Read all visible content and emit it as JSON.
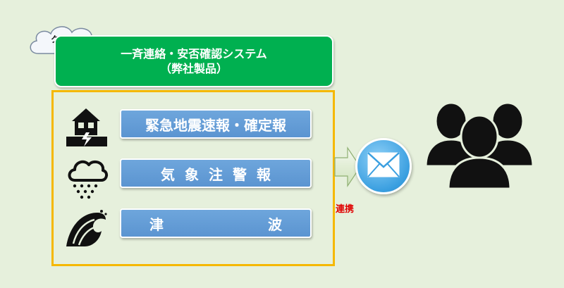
{
  "cloud": {
    "label": "クラウド"
  },
  "system": {
    "line1": "一斉連絡・安否確認システム",
    "line2": "（弊社製品）"
  },
  "hazards": {
    "eew": "緊急地震速報・確定報",
    "weather": "気象注警報",
    "tsunami_a": "津",
    "tsunami_b": "波"
  },
  "link_label": "連携",
  "icons": [
    "earthquake-house-icon",
    "rain-cloud-icon",
    "tsunami-wave-icon",
    "mail-icon",
    "users-icon"
  ],
  "colors": {
    "background": "#e6f0dc",
    "system_green": "#00b050",
    "frame_yellow": "#f5b800",
    "bar_blue": "#5b94d1",
    "link_red": "#e00000"
  }
}
